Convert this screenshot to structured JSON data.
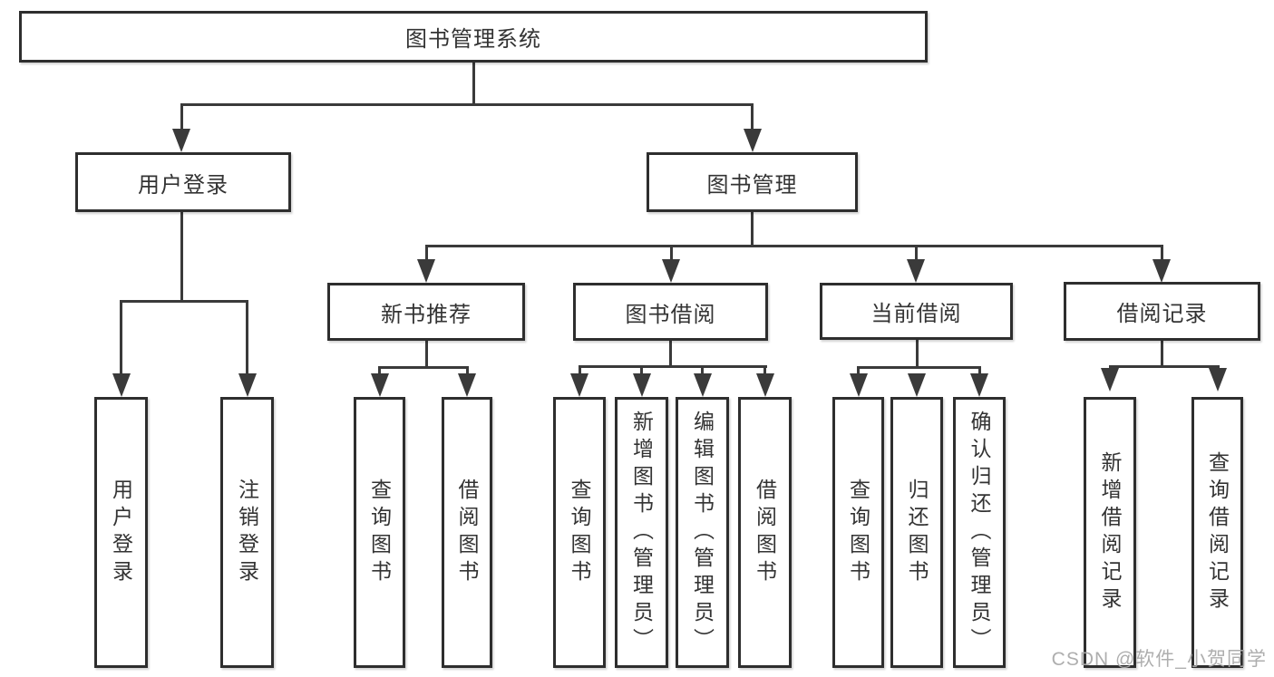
{
  "tree": {
    "label": "图书管理系统",
    "children": [
      {
        "label": "用户登录",
        "children": [
          {
            "label": "用户登录"
          },
          {
            "label": "注销登录"
          }
        ]
      },
      {
        "label": "图书管理",
        "children": [
          {
            "label": "新书推荐",
            "children": [
              {
                "label": "查询图书"
              },
              {
                "label": "借阅图书"
              }
            ]
          },
          {
            "label": "图书借阅",
            "children": [
              {
                "label": "查询图书"
              },
              {
                "label": "新增图书（管理员）"
              },
              {
                "label": "编辑图书（管理员）"
              },
              {
                "label": "借阅图书"
              }
            ]
          },
          {
            "label": "当前借阅",
            "children": [
              {
                "label": "查询图书"
              },
              {
                "label": "归还图书"
              },
              {
                "label": "确认归还（管理员）"
              }
            ]
          },
          {
            "label": "借阅记录",
            "children": [
              {
                "label": "新增借阅记录"
              },
              {
                "label": "查询借阅记录"
              }
            ]
          }
        ]
      }
    ]
  },
  "watermark": {
    "text": "CSDN @软件_小贺同学"
  },
  "colors": {
    "box_border": "#2e2e2e",
    "connector_line": "#3a3a3a",
    "text": "#333333",
    "watermark_text": "#aaaaaa",
    "background": "#ffffff"
  }
}
